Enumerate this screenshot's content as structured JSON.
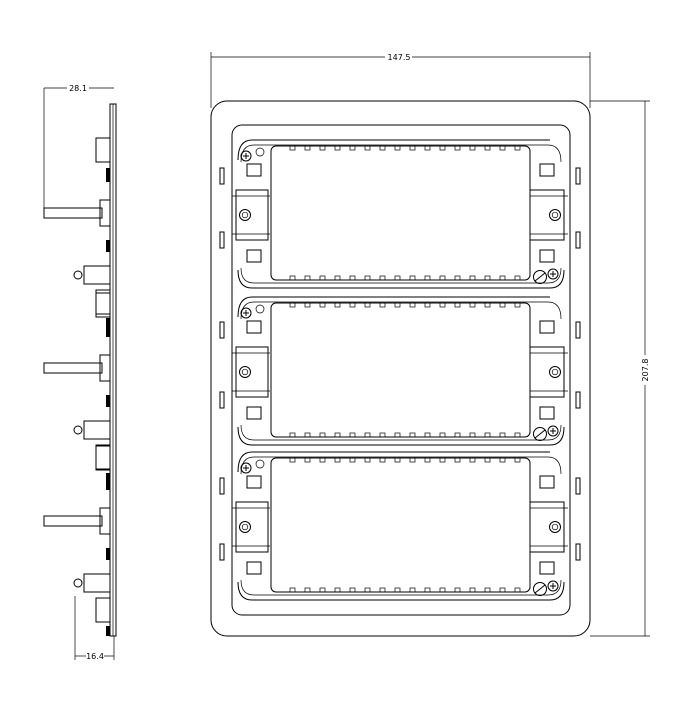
{
  "dimensions": {
    "width": "147.5",
    "height": "207.8",
    "depth": "28.1",
    "base_depth": "16.4"
  },
  "modules": [
    {
      "index": 1
    },
    {
      "index": 2
    },
    {
      "index": 3
    }
  ],
  "colors": {
    "line": "#000000",
    "background": "#ffffff"
  }
}
